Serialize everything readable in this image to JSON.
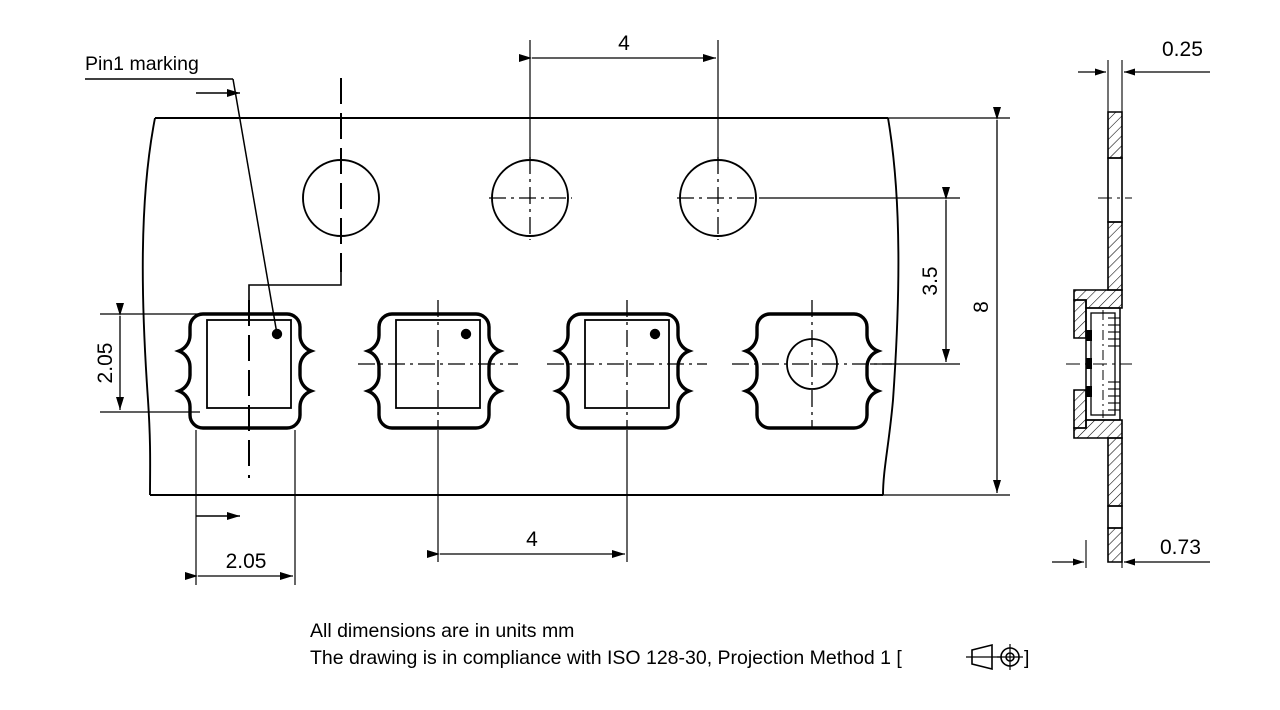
{
  "drawing": {
    "title": "SMD carrier tape dimensional drawing",
    "units_note": "All dimensions are in units mm",
    "standard_note": "The drawing is in compliance with ISO 128-30, Projection Method 1 [",
    "standard_note_close": "]",
    "line_color": "#000000",
    "background_color": "#ffffff"
  },
  "annotations": {
    "pin1_label": "Pin1 marking"
  },
  "dimensions": {
    "sprocket_pitch_top": "4",
    "pocket_pitch_bottom": "4",
    "pocket_height": "2.05",
    "pocket_offset_bottom": "2.05",
    "hole_to_pocket_center": "3.5",
    "tape_width": "8",
    "cover_tape_thickness": "0.25",
    "tape_total_thickness": "0.73"
  },
  "views": {
    "top_view_name": "top-view",
    "section_view_name": "side-section-view"
  },
  "symbols": {
    "projection_method": "first-angle-projection-symbol"
  }
}
